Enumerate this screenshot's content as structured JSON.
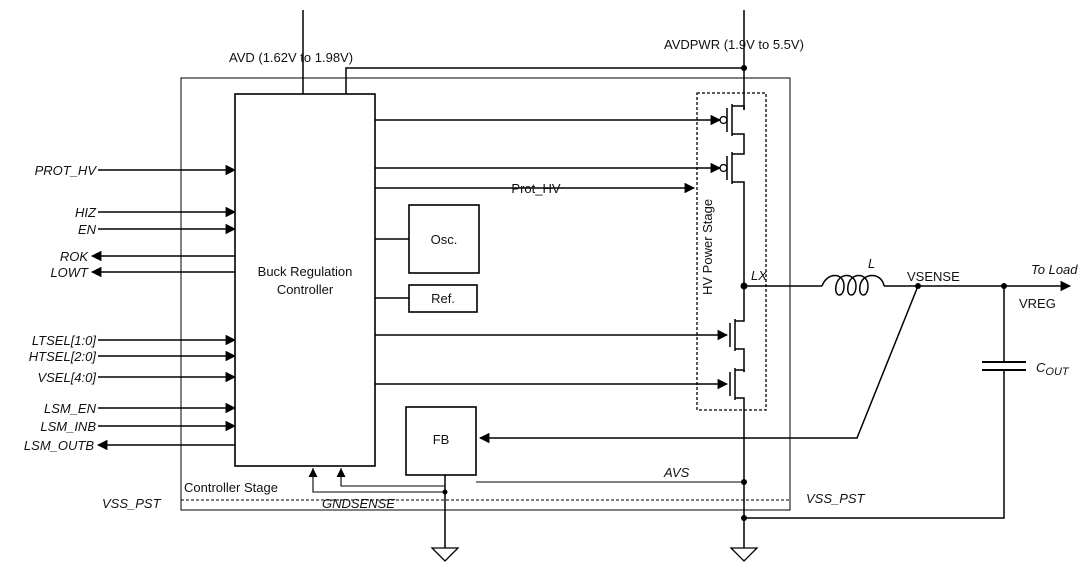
{
  "supplies": {
    "avd": "AVD (1.62V to 1.98V)",
    "avdpwr": "AVDPWR (1.9V to 5.5V)"
  },
  "blocks": {
    "controller": [
      "Buck Regulation",
      "Controller"
    ],
    "osc": "Osc.",
    "ref": "Ref.",
    "fb": "FB",
    "power_stage": "HV Power Stage",
    "controller_stage": "Controller Stage"
  },
  "pins": {
    "prot_hv": "PROT_HV",
    "hiz": "HIZ",
    "en": "EN",
    "rok": "ROK",
    "lowt": "LOWT",
    "ltsel": "LTSEL[1:0]",
    "htsel": "HTSEL[2:0]",
    "vsel": "VSEL[4:0]",
    "lsm_en": "LSM_EN",
    "lsm_inb": "LSM_INB",
    "lsm_outb": "LSM_OUTB"
  },
  "nets": {
    "prot_hv_internal": "Prot_HV",
    "lx": "LX",
    "inductor": "L",
    "vsense": "VSENSE",
    "to_load": "To Load",
    "vreg": "VREG",
    "cout_main": "C",
    "cout_sub": "OUT",
    "avs": "AVS",
    "gndsense": "GNDSENSE",
    "vss_pst_left": "VSS_PST",
    "vss_pst_right": "VSS_PST"
  }
}
